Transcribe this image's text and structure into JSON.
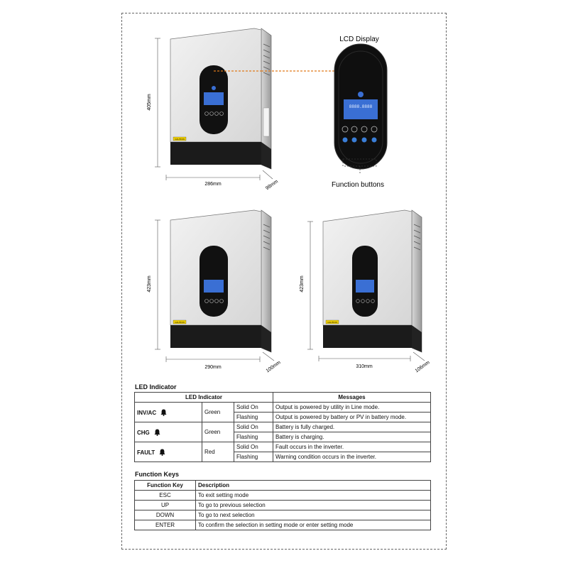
{
  "callouts": {
    "lcd_display": "LCD Display",
    "function_buttons": "Function buttons"
  },
  "dimensions": {
    "unit1": {
      "height": "405mm",
      "width": "286mm",
      "depth": "98mm"
    },
    "unit2": {
      "height": "423mm",
      "width": "290mm",
      "depth": "100mm"
    },
    "unit3": {
      "height": "423mm",
      "width": "310mm",
      "depth": "106mm"
    }
  },
  "caution_label": "CAUTION",
  "led_section": {
    "title": "LED Indicator",
    "headers": {
      "indicator": "LED Indicator",
      "messages": "Messages"
    },
    "rows": [
      {
        "name": "INV/AC",
        "color": "Green",
        "states": [
          {
            "state": "Solid On",
            "message": "Output is powered by utility in Line mode."
          },
          {
            "state": "Flashing",
            "message": "Output is powered by battery or PV in battery mode."
          }
        ]
      },
      {
        "name": "CHG",
        "color": "Green",
        "states": [
          {
            "state": "Solid On",
            "message": "Battery is fully charged."
          },
          {
            "state": "Flashing",
            "message": "Battery is charging."
          }
        ]
      },
      {
        "name": "FAULT",
        "color": "Red",
        "states": [
          {
            "state": "Solid On",
            "message": "Fault occurs in the inverter."
          },
          {
            "state": "Flashing",
            "message": "Warning condition occurs in the inverter."
          }
        ]
      }
    ]
  },
  "function_section": {
    "title": "Function Keys",
    "headers": {
      "key": "Function Key",
      "description": "Description"
    },
    "rows": [
      {
        "key": "ESC",
        "description": "To exit setting mode"
      },
      {
        "key": "UP",
        "description": "To go to previous selection"
      },
      {
        "key": "DOWN",
        "description": "To go to next selection"
      },
      {
        "key": "ENTER",
        "description": "To confirm the selection in setting mode or enter setting mode"
      }
    ]
  }
}
